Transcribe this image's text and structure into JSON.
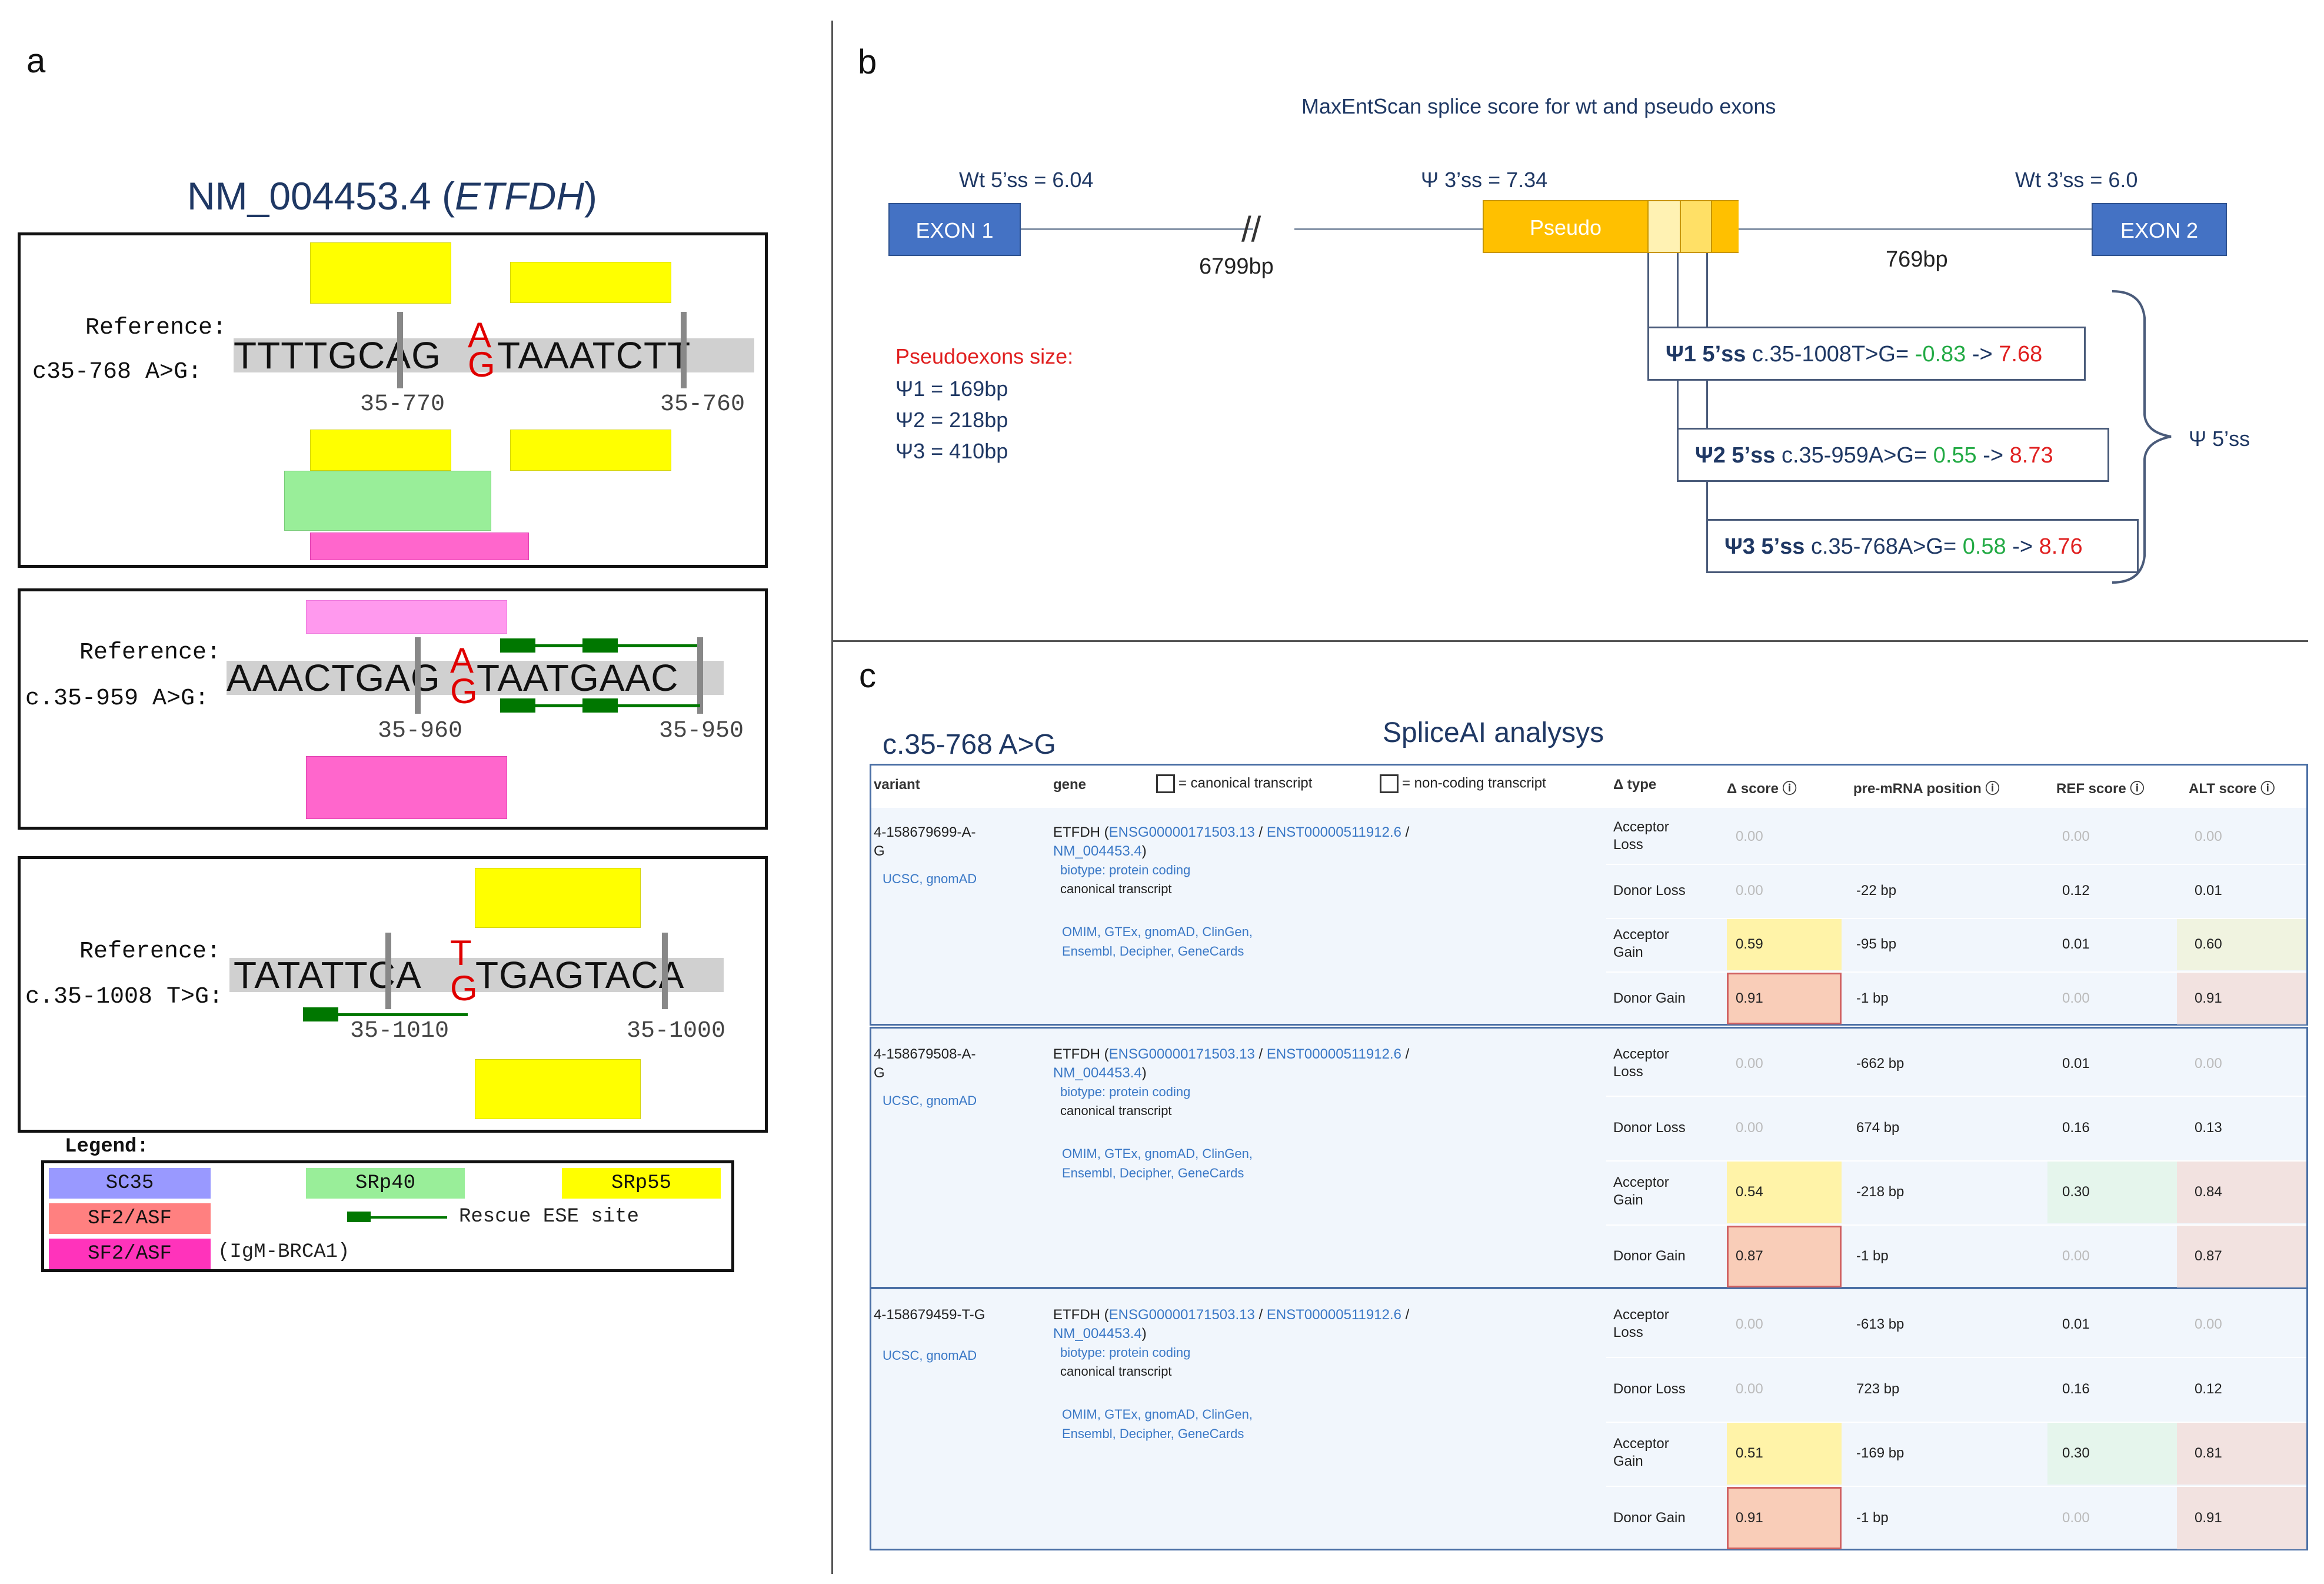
{
  "panels": {
    "a": "a",
    "b": "b",
    "c": "c"
  },
  "panel_a": {
    "title_prefix": "NM_004453.4 (",
    "title_gene": "ETFDH",
    "title_suffix": ")",
    "boxes": [
      {
        "ref_label": "Reference:",
        "var_label": "c35-768 A>G:",
        "seq_left": "TTTTGCAG",
        "ref_base": "A",
        "alt_base": "G",
        "seq_right": "TAAATCTT",
        "pos_left": "35-770",
        "pos_right": "35-760"
      },
      {
        "ref_label": "Reference:",
        "var_label": "c.35-959 A>G:",
        "seq_left": "AAACTGAG",
        "ref_base": "A",
        "alt_base": "G",
        "seq_right": "TAATGAAC",
        "pos_left": "35-960",
        "pos_right": "35-950"
      },
      {
        "ref_label": "Reference:",
        "var_label": "c.35-1008 T>G:",
        "seq_left": "TATATTCA",
        "ref_base": "T",
        "alt_base": "G",
        "seq_right": "TGAGTACA",
        "pos_left": "35-1010",
        "pos_right": "35-1000"
      }
    ],
    "legend": {
      "title": "Legend:",
      "sc35": "SC35",
      "srp40": "SRp40",
      "srp55": "SRp55",
      "sf2": "SF2/ASF",
      "rescue": "Rescue ESE site",
      "sf2_igm": "SF2/ASF",
      "igm": "(IgM-BRCA1)"
    },
    "colors": {
      "yellow": "#ffff00",
      "green": "#99ee99",
      "pink": "#ff66cc",
      "light_pink": "#ff99ee",
      "sc35": "#9999ff",
      "sf2": "#ff8080",
      "ese": "#007700"
    }
  },
  "panel_b": {
    "title": "MaxEntScan splice score for wt and pseudo exons",
    "exon1": "EXON 1",
    "exon2": "EXON 2",
    "pseudo": "Pseudo",
    "wt5": "Wt 5’ss = 6.04",
    "psi3": "Ψ 3’ss = 7.34",
    "wt3": "Wt 3’ss = 6.0",
    "bp1": "6799bp",
    "bp2": "769bp",
    "sizes_title": "Pseudoexons size:",
    "sizes": [
      "Ψ1 = 169bp",
      "Ψ2 = 218bp",
      "Ψ3 = 410bp"
    ],
    "psi_rows": [
      {
        "label": "Ψ1 5’ss",
        "variant": " c.35-1008T>G= ",
        "from": "-0.83",
        "arrow": " -> ",
        "to": "7.68"
      },
      {
        "label": "Ψ2 5’ss",
        "variant": " c.35-959A>G= ",
        "from": "0.55",
        "arrow": " -> ",
        "to": "8.73"
      },
      {
        "label": "Ψ3 5’ss",
        "variant": " c.35-768A>G= ",
        "from": "0.58",
        "arrow": " -> ",
        "to": "8.76"
      }
    ],
    "psi5": "Ψ 5’ss"
  },
  "panel_c": {
    "title": "SpliceAI analysys",
    "headers": {
      "variant": "variant",
      "gene": "gene",
      "canonical": "= canonical transcript",
      "noncoding": "= non-coding transcript",
      "dtype": "Δ type",
      "dscore": "Δ score ⓘ",
      "pos": "pre-mRNA position ⓘ",
      "ref": "REF score ⓘ",
      "alt": "ALT score ⓘ"
    },
    "blocks": [
      {
        "label": "c.35-768 A>G",
        "variant": [
          "4-158679699-A-",
          "G"
        ],
        "links1": "UCSC,  gnomAD",
        "gene_pre": "ETFDH (",
        "ensg": "ENSG00000171503.13",
        "enst": "ENST00000511912.6",
        "nm": "NM_004453.4",
        "gene_post": ")",
        "biotype": "biotype: protein coding",
        "canon": "canonical transcript",
        "links2a": "OMIM,  GTEx,  gnomAD,  ClinGen,",
        "links2b": "Ensembl,  Decipher,  GeneCards",
        "rows": [
          {
            "type": [
              "Acceptor",
              "Loss"
            ],
            "score": "0.00",
            "pos": "",
            "ref": "0.00",
            "alt": "0.00"
          },
          {
            "type": [
              "Donor Loss"
            ],
            "score": "0.00",
            "pos": "-22 bp",
            "ref": "0.12",
            "alt": "0.01"
          },
          {
            "type": [
              "Acceptor",
              "Gain"
            ],
            "score": "0.59",
            "pos": "-95 bp",
            "ref": "0.01",
            "alt": "0.60"
          },
          {
            "type": [
              "Donor Gain"
            ],
            "score": "0.91",
            "pos": "-1 bp",
            "ref": "0.00",
            "alt": "0.91"
          }
        ]
      },
      {
        "label": "c.35-959 A>G",
        "variant": [
          "4-158679508-A-",
          "G"
        ],
        "links1": "UCSC,  gnomAD",
        "gene_pre": "ETFDH (",
        "ensg": "ENSG00000171503.13",
        "enst": "ENST00000511912.6",
        "nm": "NM_004453.4",
        "gene_post": ")",
        "biotype": "biotype: protein coding",
        "canon": "canonical transcript",
        "links2a": "OMIM,  GTEx,  gnomAD,  ClinGen,",
        "links2b": "Ensembl,  Decipher,  GeneCards",
        "rows": [
          {
            "type": [
              "Acceptor",
              "Loss"
            ],
            "score": "0.00",
            "pos": "-662 bp",
            "ref": "0.01",
            "alt": "0.00"
          },
          {
            "type": [
              "Donor Loss"
            ],
            "score": "0.00",
            "pos": "674 bp",
            "ref": "0.16",
            "alt": "0.13"
          },
          {
            "type": [
              "Acceptor",
              "Gain"
            ],
            "score": "0.54",
            "pos": "-218 bp",
            "ref": "0.30",
            "alt": "0.84"
          },
          {
            "type": [
              "Donor Gain"
            ],
            "score": "0.87",
            "pos": "-1 bp",
            "ref": "0.00",
            "alt": "0.87"
          }
        ]
      },
      {
        "label": "c.35-1008 T>G",
        "variant": [
          "4-158679459-T-G",
          ""
        ],
        "links1": "UCSC,  gnomAD",
        "gene_pre": "ETFDH (",
        "ensg": "ENSG00000171503.13",
        "enst": "ENST00000511912.6",
        "nm": "NM_004453.4",
        "gene_post": ")",
        "biotype": "biotype: protein coding",
        "canon": "canonical transcript",
        "links2a": "OMIM,  GTEx,  gnomAD,  ClinGen,",
        "links2b": "Ensembl,  Decipher,  GeneCards",
        "rows": [
          {
            "type": [
              "Acceptor",
              "Loss"
            ],
            "score": "0.00",
            "pos": "-613 bp",
            "ref": "0.01",
            "alt": "0.00"
          },
          {
            "type": [
              "Donor Loss"
            ],
            "score": "0.00",
            "pos": "723 bp",
            "ref": "0.16",
            "alt": "0.12"
          },
          {
            "type": [
              "Acceptor",
              "Gain"
            ],
            "score": "0.51",
            "pos": "-169 bp",
            "ref": "0.30",
            "alt": "0.81"
          },
          {
            "type": [
              "Donor Gain"
            ],
            "score": "0.91",
            "pos": "-1 bp",
            "ref": "0.00",
            "alt": "0.91"
          }
        ]
      }
    ]
  }
}
